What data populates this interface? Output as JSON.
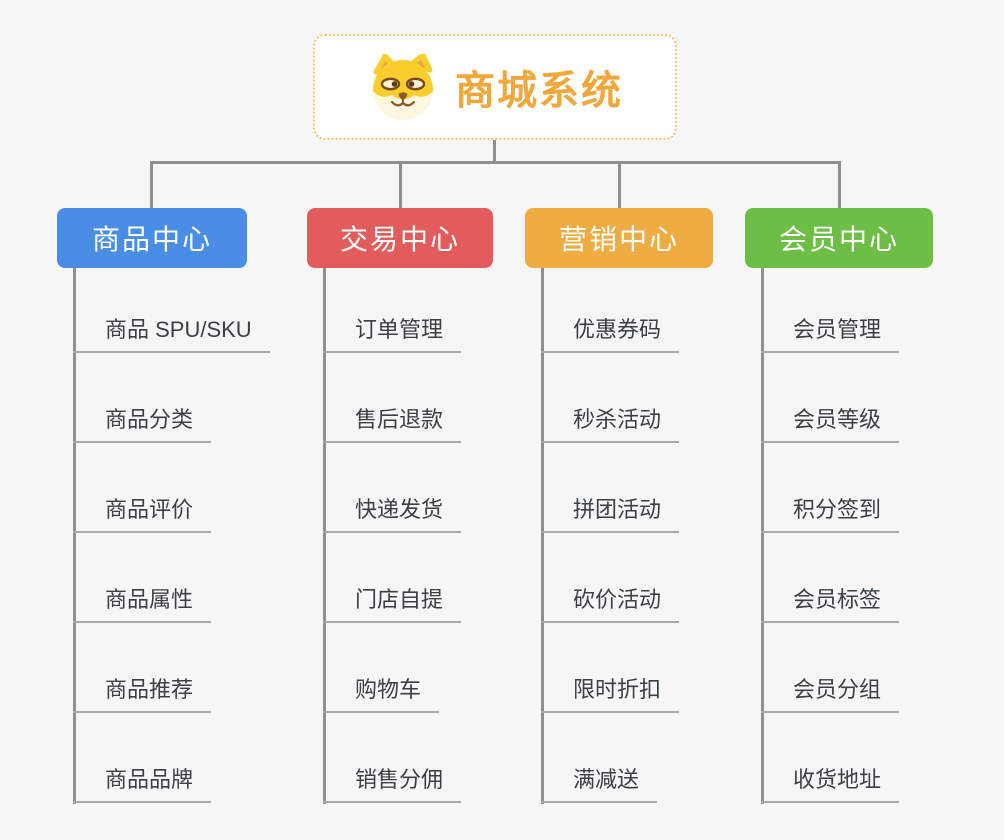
{
  "root": {
    "title": "商城系统",
    "icon": "shiba-dog-icon"
  },
  "branches": [
    {
      "label": "商品中心",
      "color": "#4A8DE4",
      "children": [
        "商品 SPU/SKU",
        "商品分类",
        "商品评价",
        "商品属性",
        "商品推荐",
        "商品品牌"
      ]
    },
    {
      "label": "交易中心",
      "color": "#E25C5C",
      "children": [
        "订单管理",
        "售后退款",
        "快递发货",
        "门店自提",
        "购物车",
        "销售分佣"
      ]
    },
    {
      "label": "营销中心",
      "color": "#EEAC43",
      "children": [
        "优惠券码",
        "秒杀活动",
        "拼团活动",
        "砍价活动",
        "限时折扣",
        "满减送"
      ]
    },
    {
      "label": "会员中心",
      "color": "#6CBE45",
      "children": [
        "会员管理",
        "会员等级",
        "积分签到",
        "会员标签",
        "会员分组",
        "收货地址"
      ]
    }
  ],
  "colors": {
    "background": "#F6F6F6",
    "connector_line": "#8F8F8F",
    "child_underline": "#A8A8A8",
    "child_text": "#3A4045",
    "root_border": "#F7C173",
    "root_text": "#F0A73C"
  }
}
